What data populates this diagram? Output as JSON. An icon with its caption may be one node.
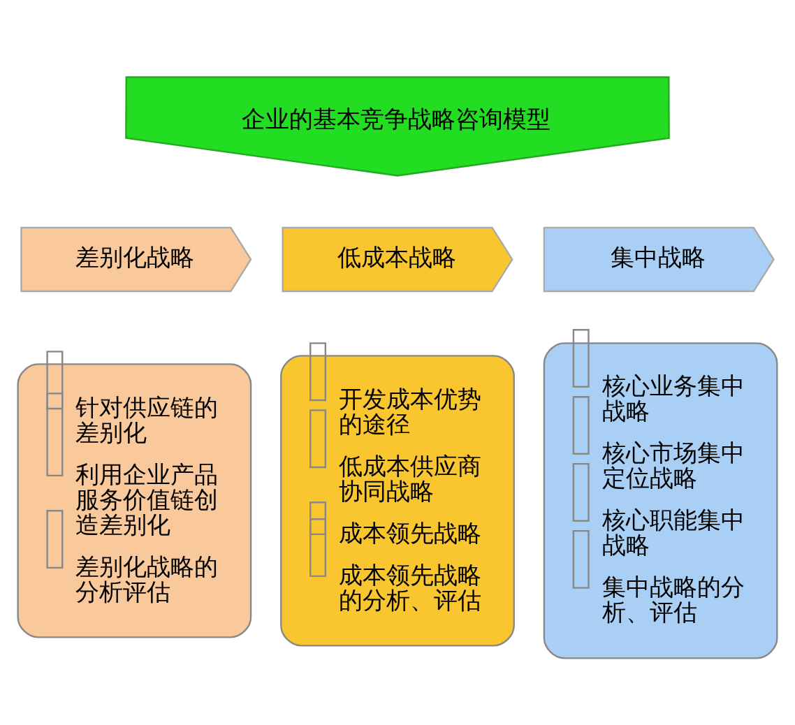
{
  "diagram": {
    "nodes": [
      {
        "text": [
          "企业的基本竞争战略咨询模型"
        ]
      },
      {
        "text": [
          "差别化战略"
        ]
      },
      {
        "text": [
          "低成本战略"
        ]
      },
      {
        "text": [
          "集中战略"
        ]
      },
      {
        "text": [
          "针对供应链的差别化",
          "利用企业产品服务价值链创造差别化",
          "差别化战略的分析评估"
        ]
      },
      {
        "text": [
          "开发成本优势的途径",
          "低成本供应商协同战略",
          "成本领先战略",
          "成本领先战略的分析、评估"
        ]
      },
      {
        "text": [
          "核心业务集中战略",
          "核心市场集中定位战略",
          "核心职能集中战略",
          "集中战略的分析、评估"
        ]
      }
    ]
  }
}
